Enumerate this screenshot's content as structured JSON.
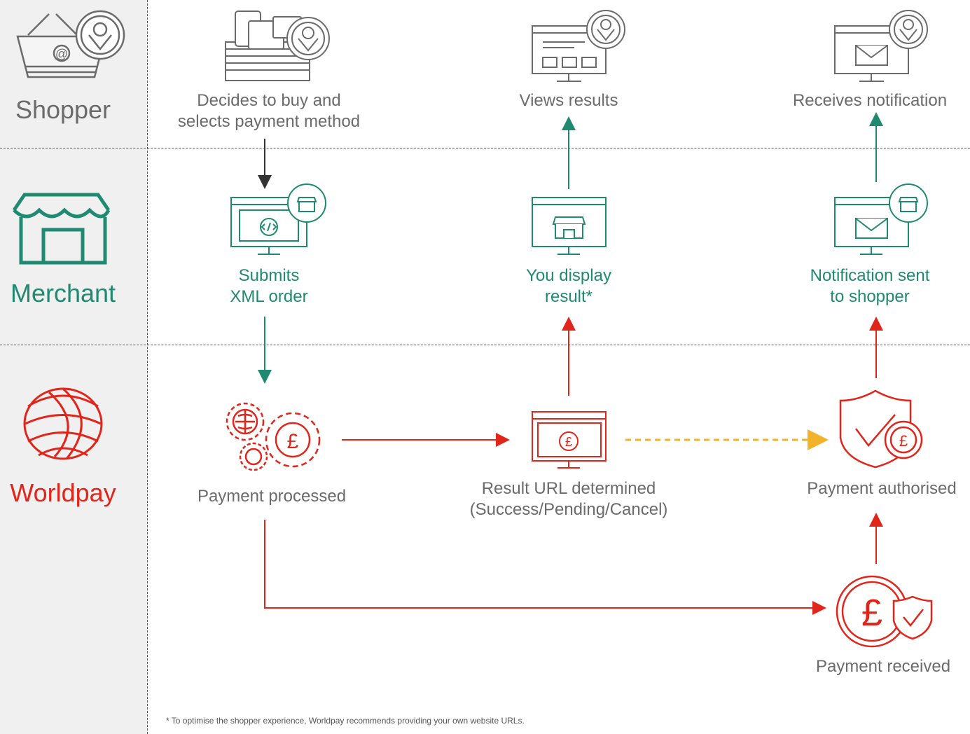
{
  "lanes": {
    "shopper": "Shopper",
    "merchant": "Merchant",
    "worldpay": "Worldpay"
  },
  "steps": {
    "shopper_buy": [
      "Decides to buy and",
      "selects payment method"
    ],
    "shopper_views": "Views results",
    "shopper_notif": "Receives notification",
    "merchant_submit": [
      "Submits",
      "XML order"
    ],
    "merchant_display": [
      "You display",
      "result*"
    ],
    "merchant_notif": [
      "Notification sent",
      "to shopper"
    ],
    "wp_processed": "Payment processed",
    "wp_result": [
      "Result URL determined",
      "(Success/Pending/Cancel)"
    ],
    "wp_authorised": "Payment authorised",
    "wp_received": "Payment received"
  },
  "footnote": "* To optimise the shopper experience, Worldpay recommends providing your own website URLs.",
  "colors": {
    "grey": "#6b6b6b",
    "green": "#1f8a70",
    "red": "#e1251b",
    "yellow": "#f2b22a",
    "lane_bg": "#f0f0f0"
  },
  "icons": {
    "shopper": "shopping-basket-icon",
    "merchant": "storefront-icon",
    "worldpay": "worldpay-globe-icon",
    "devices": "devices-icon",
    "code_monitor": "code-monitor-icon",
    "gears": "gears-pound-icon",
    "result_monitor": "browser-results-icon",
    "store_monitor": "store-monitor-icon",
    "pound_monitor": "pound-monitor-icon",
    "mail_monitor": "email-monitor-icon",
    "shield": "shield-check-icon",
    "pound_coin": "pound-coin-icon"
  }
}
